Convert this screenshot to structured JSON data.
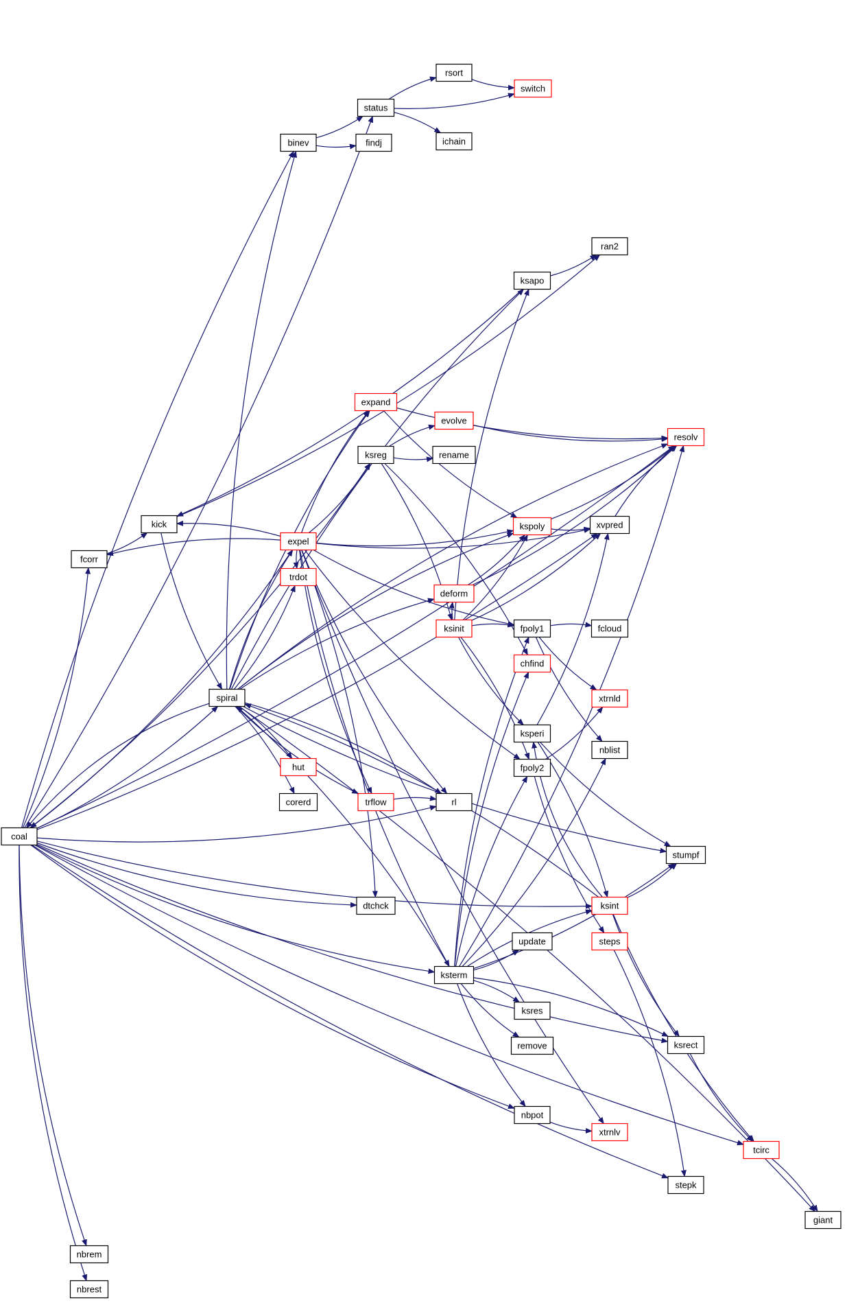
{
  "colors": {
    "edge": "#191970",
    "node_border": "#000000",
    "node_border_truncated": "#ff0000",
    "root_fill": "#bfbfbf",
    "node_fill": "#ffffff"
  },
  "nodes": [
    {
      "id": "coal",
      "label": "coal",
      "style": "root"
    },
    {
      "id": "status",
      "label": "status",
      "style": "normal"
    },
    {
      "id": "rsort",
      "label": "rsort",
      "style": "normal"
    },
    {
      "id": "switch",
      "label": "switch",
      "style": "truncated"
    },
    {
      "id": "ichain",
      "label": "ichain",
      "style": "normal"
    },
    {
      "id": "binev",
      "label": "binev",
      "style": "normal"
    },
    {
      "id": "findj",
      "label": "findj",
      "style": "normal"
    },
    {
      "id": "ran2",
      "label": "ran2",
      "style": "normal"
    },
    {
      "id": "ksapo",
      "label": "ksapo",
      "style": "normal"
    },
    {
      "id": "expand",
      "label": "expand",
      "style": "truncated"
    },
    {
      "id": "evolve",
      "label": "evolve",
      "style": "truncated"
    },
    {
      "id": "resolv",
      "label": "resolv",
      "style": "truncated"
    },
    {
      "id": "ksreg",
      "label": "ksreg",
      "style": "normal"
    },
    {
      "id": "rename",
      "label": "rename",
      "style": "normal"
    },
    {
      "id": "kick",
      "label": "kick",
      "style": "normal"
    },
    {
      "id": "expel",
      "label": "expel",
      "style": "truncated"
    },
    {
      "id": "kspoly",
      "label": "kspoly",
      "style": "truncated"
    },
    {
      "id": "xvpred",
      "label": "xvpred",
      "style": "normal"
    },
    {
      "id": "fcorr",
      "label": "fcorr",
      "style": "normal"
    },
    {
      "id": "trdot",
      "label": "trdot",
      "style": "truncated"
    },
    {
      "id": "deform",
      "label": "deform",
      "style": "truncated"
    },
    {
      "id": "ksinit",
      "label": "ksinit",
      "style": "truncated"
    },
    {
      "id": "fpoly1",
      "label": "fpoly1",
      "style": "normal"
    },
    {
      "id": "fcloud",
      "label": "fcloud",
      "style": "normal"
    },
    {
      "id": "chfind",
      "label": "chfind",
      "style": "truncated"
    },
    {
      "id": "xtrnld",
      "label": "xtrnld",
      "style": "truncated"
    },
    {
      "id": "spiral",
      "label": "spiral",
      "style": "normal"
    },
    {
      "id": "ksperi",
      "label": "ksperi",
      "style": "normal"
    },
    {
      "id": "nblist",
      "label": "nblist",
      "style": "normal"
    },
    {
      "id": "fpoly2",
      "label": "fpoly2",
      "style": "normal"
    },
    {
      "id": "hut",
      "label": "hut",
      "style": "truncated"
    },
    {
      "id": "corerd",
      "label": "corerd",
      "style": "normal"
    },
    {
      "id": "trflow",
      "label": "trflow",
      "style": "truncated"
    },
    {
      "id": "rl",
      "label": "rl",
      "style": "normal"
    },
    {
      "id": "stumpf",
      "label": "stumpf",
      "style": "normal"
    },
    {
      "id": "dtchck",
      "label": "dtchck",
      "style": "normal"
    },
    {
      "id": "ksint",
      "label": "ksint",
      "style": "truncated"
    },
    {
      "id": "update",
      "label": "update",
      "style": "normal"
    },
    {
      "id": "steps",
      "label": "steps",
      "style": "truncated"
    },
    {
      "id": "ksterm",
      "label": "ksterm",
      "style": "normal"
    },
    {
      "id": "ksres",
      "label": "ksres",
      "style": "normal"
    },
    {
      "id": "ksrect",
      "label": "ksrect",
      "style": "normal"
    },
    {
      "id": "remove",
      "label": "remove",
      "style": "normal"
    },
    {
      "id": "nbpot",
      "label": "nbpot",
      "style": "normal"
    },
    {
      "id": "xtrnlv",
      "label": "xtrnlv",
      "style": "truncated"
    },
    {
      "id": "tcirc",
      "label": "tcirc",
      "style": "truncated"
    },
    {
      "id": "stepk",
      "label": "stepk",
      "style": "normal"
    },
    {
      "id": "giant",
      "label": "giant",
      "style": "normal"
    },
    {
      "id": "nbrem",
      "label": "nbrem",
      "style": "normal"
    },
    {
      "id": "nbrest",
      "label": "nbrest",
      "style": "normal"
    }
  ],
  "edges": [
    {
      "from": "coal",
      "to": "status"
    },
    {
      "from": "coal",
      "to": "binev"
    },
    {
      "from": "coal",
      "to": "resolv"
    },
    {
      "from": "coal",
      "to": "xvpred"
    },
    {
      "from": "coal",
      "to": "ksreg"
    },
    {
      "from": "coal",
      "to": "fcorr"
    },
    {
      "from": "coal",
      "to": "spiral"
    },
    {
      "from": "coal",
      "to": "dtchck"
    },
    {
      "from": "coal",
      "to": "ksterm"
    },
    {
      "from": "coal",
      "to": "nbpot"
    },
    {
      "from": "coal",
      "to": "stepk"
    },
    {
      "from": "coal",
      "to": "tcirc"
    },
    {
      "from": "coal",
      "to": "nbrem"
    },
    {
      "from": "coal",
      "to": "nbrest"
    },
    {
      "from": "coal",
      "to": "ksint"
    },
    {
      "from": "coal",
      "to": "ksrect"
    },
    {
      "from": "coal",
      "to": "rl"
    },
    {
      "from": "status",
      "to": "rsort"
    },
    {
      "from": "status",
      "to": "switch"
    },
    {
      "from": "status",
      "to": "ichain"
    },
    {
      "from": "rsort",
      "to": "switch"
    },
    {
      "from": "binev",
      "to": "status"
    },
    {
      "from": "binev",
      "to": "findj"
    },
    {
      "from": "ksapo",
      "to": "ran2"
    },
    {
      "from": "ksapo",
      "to": "kick"
    },
    {
      "from": "expand",
      "to": "resolv"
    },
    {
      "from": "expand",
      "to": "kspoly"
    },
    {
      "from": "evolve",
      "to": "resolv"
    },
    {
      "from": "ksreg",
      "to": "evolve"
    },
    {
      "from": "ksreg",
      "to": "rename"
    },
    {
      "from": "ksreg",
      "to": "ksinit"
    },
    {
      "from": "ksreg",
      "to": "chfind"
    },
    {
      "from": "kick",
      "to": "ran2"
    },
    {
      "from": "kick",
      "to": "spiral"
    },
    {
      "from": "fcorr",
      "to": "kick"
    },
    {
      "from": "expel",
      "to": "kick"
    },
    {
      "from": "expel",
      "to": "fcorr"
    },
    {
      "from": "expel",
      "to": "coal"
    },
    {
      "from": "expel",
      "to": "expand"
    },
    {
      "from": "expel",
      "to": "ksreg"
    },
    {
      "from": "expel",
      "to": "kspoly"
    },
    {
      "from": "expel",
      "to": "xvpred"
    },
    {
      "from": "expel",
      "to": "trdot"
    },
    {
      "from": "expel",
      "to": "fpoly1"
    },
    {
      "from": "expel",
      "to": "fpoly2"
    },
    {
      "from": "expel",
      "to": "trflow"
    },
    {
      "from": "expel",
      "to": "rl"
    },
    {
      "from": "expel",
      "to": "dtchck"
    },
    {
      "from": "expel",
      "to": "ksterm"
    },
    {
      "from": "expel",
      "to": "xtrnlv"
    },
    {
      "from": "kspoly",
      "to": "xvpred"
    },
    {
      "from": "kspoly",
      "to": "resolv"
    },
    {
      "from": "xvpred",
      "to": "resolv"
    },
    {
      "from": "deform",
      "to": "kspoly"
    },
    {
      "from": "deform",
      "to": "resolv"
    },
    {
      "from": "ksinit",
      "to": "ksapo"
    },
    {
      "from": "ksinit",
      "to": "kspoly"
    },
    {
      "from": "ksinit",
      "to": "xvpred"
    },
    {
      "from": "ksinit",
      "to": "fpoly1"
    },
    {
      "from": "ksinit",
      "to": "ksperi"
    },
    {
      "from": "ksinit",
      "to": "fpoly2"
    },
    {
      "from": "ksinit",
      "to": "deform"
    },
    {
      "from": "fpoly1",
      "to": "fcloud"
    },
    {
      "from": "fpoly1",
      "to": "xtrnld"
    },
    {
      "from": "fpoly1",
      "to": "nblist"
    },
    {
      "from": "spiral",
      "to": "binev"
    },
    {
      "from": "spiral",
      "to": "resolv"
    },
    {
      "from": "spiral",
      "to": "ksapo"
    },
    {
      "from": "spiral",
      "to": "expand"
    },
    {
      "from": "spiral",
      "to": "expel"
    },
    {
      "from": "spiral",
      "to": "trdot"
    },
    {
      "from": "spiral",
      "to": "kspoly"
    },
    {
      "from": "spiral",
      "to": "deform"
    },
    {
      "from": "spiral",
      "to": "hut"
    },
    {
      "from": "spiral",
      "to": "corerd"
    },
    {
      "from": "spiral",
      "to": "trflow"
    },
    {
      "from": "spiral",
      "to": "rl"
    },
    {
      "from": "spiral",
      "to": "stumpf"
    },
    {
      "from": "spiral",
      "to": "giant"
    },
    {
      "from": "spiral",
      "to": "coal"
    },
    {
      "from": "ksperi",
      "to": "stumpf"
    },
    {
      "from": "ksperi",
      "to": "ksint"
    },
    {
      "from": "ksperi",
      "to": "xvpred"
    },
    {
      "from": "fpoly2",
      "to": "xtrnld"
    },
    {
      "from": "fpoly2",
      "to": "steps"
    },
    {
      "from": "trflow",
      "to": "rl"
    },
    {
      "from": "ksint",
      "to": "stumpf"
    },
    {
      "from": "ksint",
      "to": "ksperi"
    },
    {
      "from": "ksint",
      "to": "ksrect"
    },
    {
      "from": "ksint",
      "to": "tcirc"
    },
    {
      "from": "ksint",
      "to": "spiral"
    },
    {
      "from": "ksterm",
      "to": "spiral"
    },
    {
      "from": "ksterm",
      "to": "update"
    },
    {
      "from": "ksterm",
      "to": "ksres"
    },
    {
      "from": "ksterm",
      "to": "remove"
    },
    {
      "from": "ksterm",
      "to": "nbpot"
    },
    {
      "from": "ksterm",
      "to": "ksrect"
    },
    {
      "from": "ksterm",
      "to": "fpoly1"
    },
    {
      "from": "ksterm",
      "to": "fpoly2"
    },
    {
      "from": "ksterm",
      "to": "chfind"
    },
    {
      "from": "ksterm",
      "to": "ksint"
    },
    {
      "from": "ksterm",
      "to": "resolv"
    },
    {
      "from": "ksterm",
      "to": "nblist"
    },
    {
      "from": "ksterm",
      "to": "stumpf"
    },
    {
      "from": "ksrect",
      "to": "tcirc"
    },
    {
      "from": "nbpot",
      "to": "xtrnlv"
    },
    {
      "from": "steps",
      "to": "stepk"
    },
    {
      "from": "tcirc",
      "to": "giant"
    }
  ]
}
